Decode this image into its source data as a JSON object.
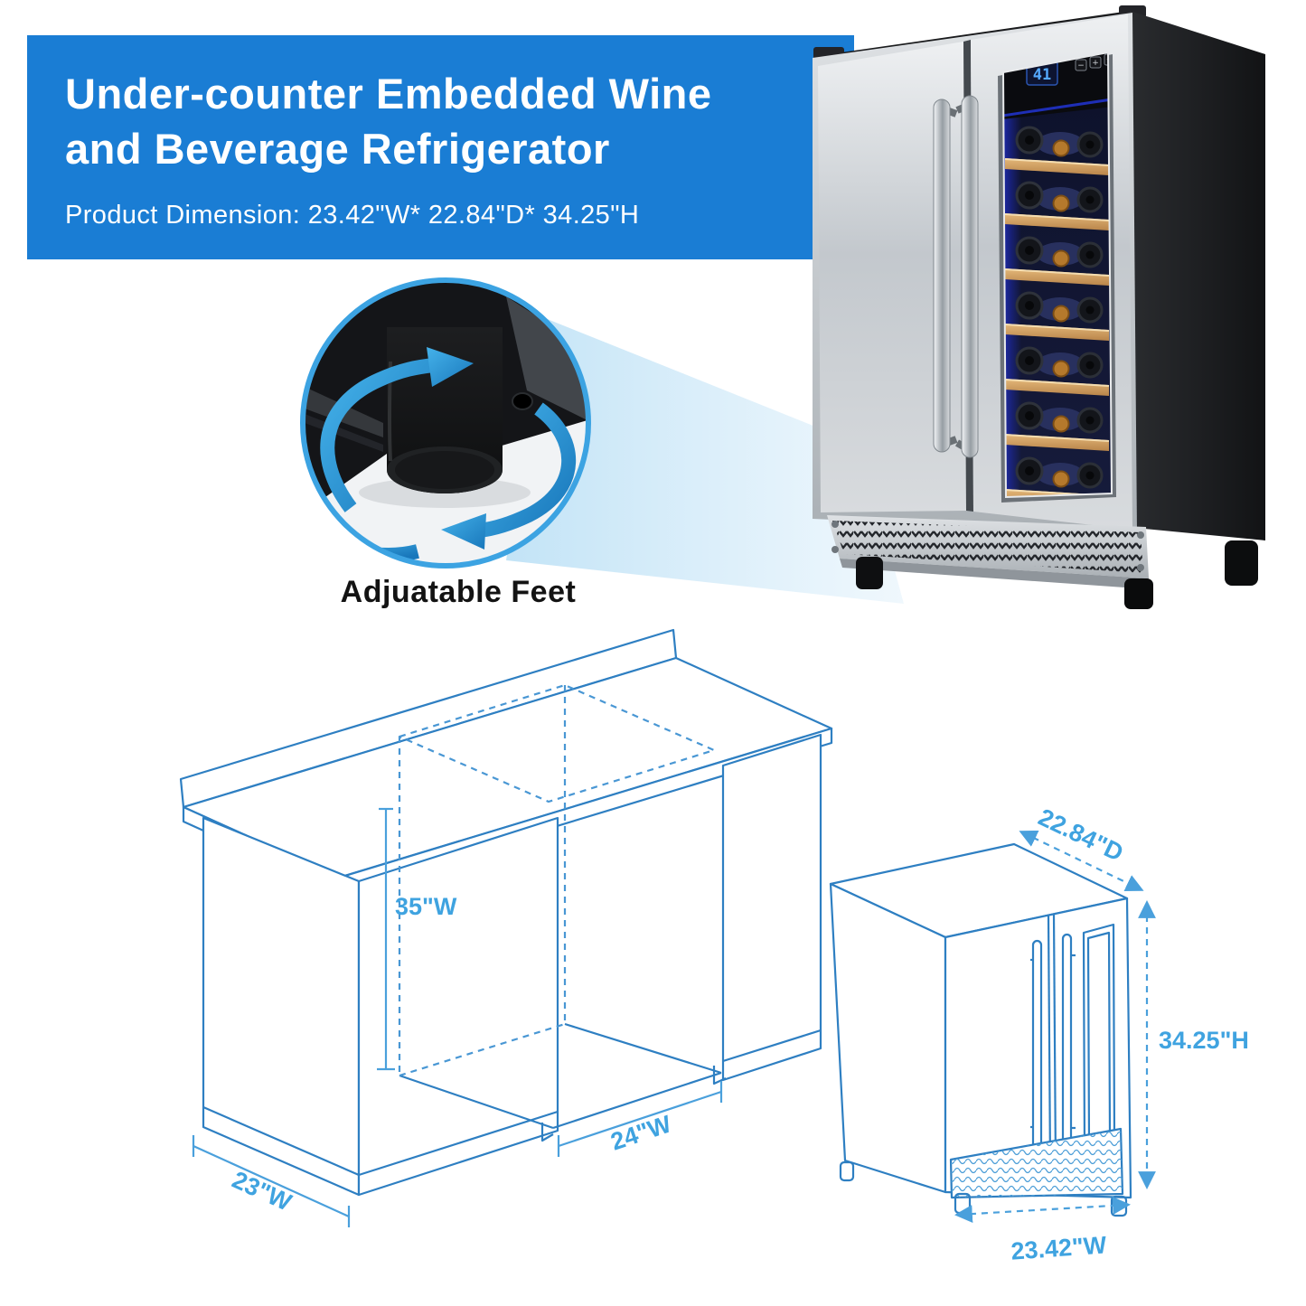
{
  "banner": {
    "title_line1": "Under-counter Embedded Wine",
    "title_line2": "and Beverage Refrigerator",
    "subtitle": "Product Dimension: 23.42\"W* 22.84\"D* 34.25\"H"
  },
  "callout": {
    "label": "Adjuatable Feet"
  },
  "product_photo": {
    "display_value": "41",
    "panel_buttons": [
      "−",
      "+",
      "✳",
      "⏻",
      "◦"
    ]
  },
  "install_diagram": {
    "cavity_height": "35\"W",
    "cavity_width": "24\"W",
    "cavity_depth": "23\"W"
  },
  "dimension_diagram": {
    "depth": "22.84\"D",
    "height": "34.25\"H",
    "width": "23.42\"W"
  },
  "colors": {
    "banner_blue": "#1a7dd4",
    "line_blue": "#2e7fc2",
    "dim_blue": "#4aa0dc",
    "label_blue": "#3fa3e0"
  }
}
